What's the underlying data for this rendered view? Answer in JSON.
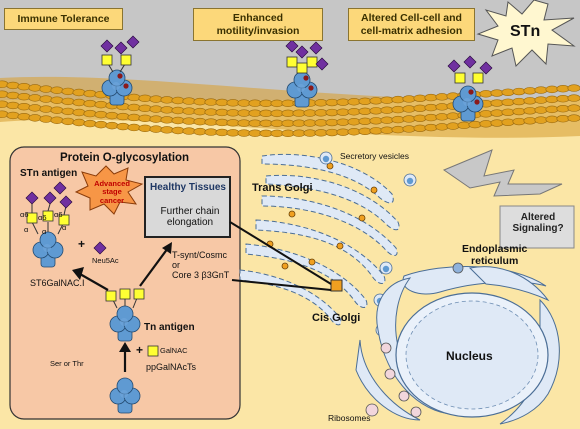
{
  "top_labels": {
    "immune_tolerance": "Immune  Tolerance",
    "enhanced_motility": "Enhanced\nmotility/invasion",
    "altered_adhesion": "Altered Cell-cell and\ncell-matrix adhesion",
    "stn_burst": "STn"
  },
  "panel": {
    "title": "Protein O-glycosylation",
    "stn_antigen": "STn antigen",
    "advanced_cancer": "Advanced stage cancer",
    "healthy_tissues": "Healthy Tissues",
    "further_elongation": "Further chain\nelongation",
    "neu5ac": "Neu5Ac",
    "enzyme_st6": "ST6GalNAC.I",
    "tn_antigen": "Tn antigen",
    "tsynt": "T-synt/Cosmc\nor\nCore 3 β3GnT",
    "galnac": "GalNAC",
    "ser_thr": "Ser or Thr",
    "ppgalnacts": "ppGalNAcTs",
    "alpha": "α",
    "alpha6": "α6",
    "plus": "+"
  },
  "cell": {
    "secretory_vesicles": "Secretory vesicles",
    "trans_golgi": "Trans Golgi",
    "cis_golgi": "Cis Golgi",
    "er": "Endoplasmic\nreticulum",
    "nucleus": "Nucleus",
    "ribosomes": "Ribosomes",
    "altered_signaling": "Altered\nSignaling?"
  },
  "colors": {
    "exterior": "#c6c6c6",
    "cytoplasm": "#fbe6a6",
    "membrane": "#e2a11f",
    "panel_bg": "#f7c8a6",
    "protein_blue": "#5f9ad2",
    "galnac_yellow": "#ffff33",
    "neu5ac_purple": "#7030a0",
    "callout_orange": "#f79646"
  }
}
